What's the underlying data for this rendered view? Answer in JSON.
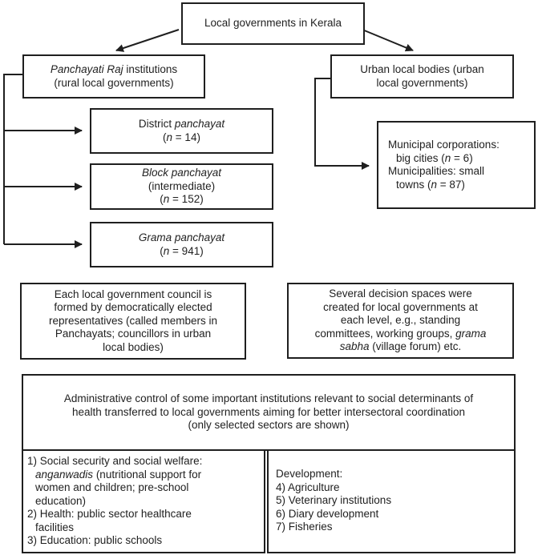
{
  "colors": {
    "ink": "#1f1f1f",
    "background": "#ffffff"
  },
  "diagram_title": "Local governments in Kerala flowchart",
  "nodes": {
    "title": {
      "lines": [
        {
          "s": [
            {
              "t": "Local governments in Kerala"
            }
          ]
        }
      ]
    },
    "panchayati": {
      "lines": [
        {
          "s": [
            {
              "t": "Panchayati Raj",
              "i": 1
            },
            {
              "t": " institutions"
            }
          ]
        },
        {
          "s": [
            {
              "t": "(rural local governments)"
            }
          ]
        }
      ]
    },
    "urban": {
      "lines": [
        {
          "s": [
            {
              "t": "Urban local bodies (urban"
            }
          ]
        },
        {
          "s": [
            {
              "t": "local governments)"
            }
          ]
        }
      ]
    },
    "district": {
      "lines": [
        {
          "s": [
            {
              "t": "District "
            },
            {
              "t": "panchayat",
              "i": 1
            }
          ]
        },
        {
          "s": [
            {
              "t": "("
            },
            {
              "t": "n",
              "i": 1
            },
            {
              "t": " = 14)"
            }
          ]
        }
      ]
    },
    "block": {
      "lines": [
        {
          "s": [
            {
              "t": "Block panchayat",
              "i": 1
            }
          ]
        },
        {
          "s": [
            {
              "t": "(intermediate)"
            }
          ]
        },
        {
          "s": [
            {
              "t": "("
            },
            {
              "t": "n",
              "i": 1
            },
            {
              "t": " = 152)"
            }
          ]
        }
      ]
    },
    "grama": {
      "lines": [
        {
          "s": [
            {
              "t": "Grama panchayat",
              "i": 1
            }
          ]
        },
        {
          "s": [
            {
              "t": "("
            },
            {
              "t": "n",
              "i": 1
            },
            {
              "t": " = 941)"
            }
          ]
        }
      ]
    },
    "municipal": {
      "lines": [
        {
          "s": [
            {
              "t": "Municipal corporations:"
            }
          ]
        },
        {
          "s": [
            {
              "t": "big cities ("
            },
            {
              "t": "n",
              "i": 1
            },
            {
              "t": " = 6)"
            }
          ],
          "indent": 1
        },
        {
          "s": [
            {
              "t": "Municipalities: small"
            }
          ]
        },
        {
          "s": [
            {
              "t": "towns ("
            },
            {
              "t": "n",
              "i": 1
            },
            {
              "t": " = 87)"
            }
          ],
          "indent": 1
        }
      ]
    },
    "council_note": {
      "lines": [
        {
          "s": [
            {
              "t": "Each local government council is"
            }
          ]
        },
        {
          "s": [
            {
              "t": "formed by democratically elected"
            }
          ]
        },
        {
          "s": [
            {
              "t": "representatives (called members in"
            }
          ]
        },
        {
          "s": [
            {
              "t": "Panchayats; councillors in urban"
            }
          ]
        },
        {
          "s": [
            {
              "t": "local bodies)"
            }
          ]
        }
      ]
    },
    "decision_note": {
      "lines": [
        {
          "s": [
            {
              "t": "Several decision spaces were"
            }
          ]
        },
        {
          "s": [
            {
              "t": "created for local governments at"
            }
          ]
        },
        {
          "s": [
            {
              "t": "each level, e.g., standing"
            }
          ]
        },
        {
          "s": [
            {
              "t": "committees, working groups, "
            },
            {
              "t": "grama",
              "i": 1
            }
          ]
        },
        {
          "s": [
            {
              "t": "sabha",
              "i": 1
            },
            {
              "t": " (village forum) etc."
            }
          ]
        }
      ]
    },
    "admin_header": {
      "lines": [
        {
          "s": [
            {
              "t": "Administrative control of some important institutions relevant to social determinants of"
            }
          ]
        },
        {
          "s": [
            {
              "t": "health transferred to local governments aiming for better intersectoral coordination"
            }
          ]
        },
        {
          "s": [
            {
              "t": "(only selected sectors are shown)"
            }
          ]
        }
      ]
    },
    "sectors_left": {
      "lines": [
        {
          "s": [
            {
              "t": "1) Social security and social welfare:"
            }
          ]
        },
        {
          "s": [
            {
              "t": "anganwadis",
              "i": 1
            },
            {
              "t": " (nutritional support for"
            }
          ],
          "indent": 1
        },
        {
          "s": [
            {
              "t": "women and children; pre-school"
            }
          ],
          "indent": 1
        },
        {
          "s": [
            {
              "t": "education)"
            }
          ],
          "indent": 1
        },
        {
          "s": [
            {
              "t": "2) Health: public sector healthcare"
            }
          ]
        },
        {
          "s": [
            {
              "t": "facilities"
            }
          ],
          "indent": 1
        },
        {
          "s": [
            {
              "t": "3) Education: public schools"
            }
          ]
        }
      ]
    },
    "sectors_right": {
      "lines": [
        {
          "s": [
            {
              "t": "Development:"
            }
          ]
        },
        {
          "s": [
            {
              "t": "4) Agriculture"
            }
          ]
        },
        {
          "s": [
            {
              "t": "5) Veterinary institutions"
            }
          ]
        },
        {
          "s": [
            {
              "t": "6) Diary development"
            }
          ]
        },
        {
          "s": [
            {
              "t": "7) Fisheries"
            }
          ]
        }
      ]
    }
  }
}
